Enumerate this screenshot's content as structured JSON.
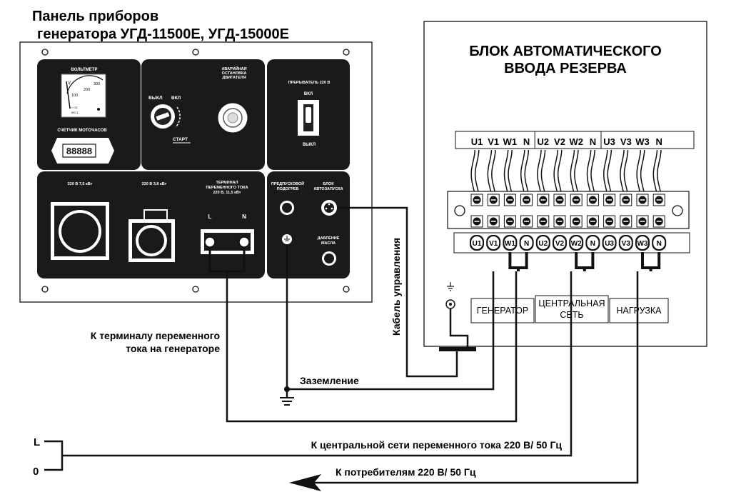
{
  "panel": {
    "title_line1": "Панель приборов",
    "title_line2": "генератора УГД-11500Е, УГД-15000Е",
    "voltmeter_label": "ВОЛЬТМЕТР",
    "voltmeter_scale": [
      "100",
      "200",
      "300"
    ],
    "voltmeter_unit": "V",
    "voltmeter_small": "U~ CE",
    "voltmeter_model": "85C1",
    "hour_meter_label": "СЧЕТЧИК МОТОЧАСОВ",
    "hour_meter_value": "88888",
    "emergency_stop": [
      "АВАРИЙНАЯ",
      "ОСТАНОВКА",
      "ДВИГАТЕЛЯ"
    ],
    "key_off": "ВЫКЛ",
    "key_on": "ВКЛ",
    "key_start": "СТАРТ",
    "breaker_label": "ПРЕРЫВАТЕЛЬ 220 В",
    "breaker_on": "ВКЛ",
    "breaker_off": "ВЫКЛ",
    "socket1_label": "220 В 7,5 кВт",
    "socket2_label": "220 В 3,8 кВт",
    "terminal_label": [
      "ТЕРМИНАЛ",
      "ПЕРЕМЕННОГО ТОКА",
      "220 В, 11,5 кВт"
    ],
    "terminal_L": "L",
    "terminal_N": "N",
    "preheat_label": [
      "ПРЕДПУСКОВОЙ",
      "ПОДОГРЕВ"
    ],
    "autostart_label": [
      "БЛОК",
      "АВТОЗАПУСКА"
    ],
    "oil_label": [
      "ДАВЛЕНИЕ",
      "МАСЛА"
    ]
  },
  "ats": {
    "title_line1": "БЛОК АВТОМАТИЧЕСКОГО",
    "title_line2": "ВВОДА РЕЗЕРВА",
    "terminals": [
      "U1",
      "V1",
      "W1",
      "N",
      "U2",
      "V2",
      "W2",
      "N",
      "U3",
      "V3",
      "W3",
      "N"
    ],
    "group_generator": "ГЕНЕРАТОР",
    "group_grid_line1": "ЦЕНТРАЛЬНАЯ",
    "group_grid_line2": "СЕТЬ",
    "group_load": "НАГРУЗКА"
  },
  "wiring": {
    "control_cable": "Кабель управления",
    "to_terminal_line1": "К терминалу переменного",
    "to_terminal_line2": "тока на генераторе",
    "grounding": "Заземление",
    "to_grid": "К центральной сети переменного тока 220 В/ 50 Гц",
    "to_consumers": "К потребителям 220 В/ 50 Гц",
    "line_L": "L",
    "line_0": "0"
  }
}
